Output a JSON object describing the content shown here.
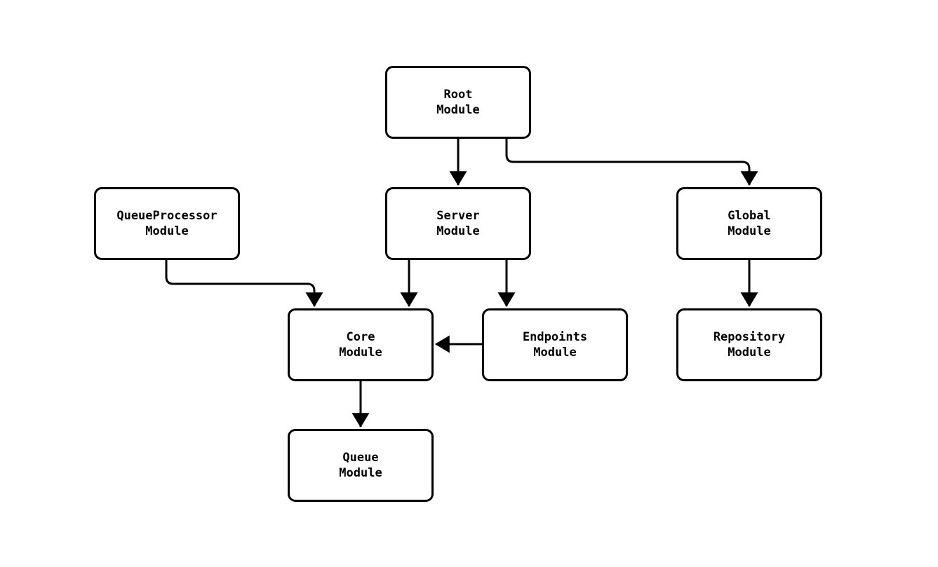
{
  "diagram": {
    "type": "module-dependency-graph",
    "background_color": "#ffffff",
    "line_color": "#000000",
    "nodes": {
      "root": {
        "label": "Root\nModule"
      },
      "queueprocessor": {
        "label": "QueueProcessor\nModule"
      },
      "server": {
        "label": "Server\nModule"
      },
      "global": {
        "label": "Global\nModule"
      },
      "core": {
        "label": "Core\nModule"
      },
      "endpoints": {
        "label": "Endpoints\nModule"
      },
      "repository": {
        "label": "Repository\nModule"
      },
      "queue": {
        "label": "Queue\nModule"
      }
    },
    "edges": [
      {
        "from": "Root Module",
        "to": "Server Module"
      },
      {
        "from": "Root Module",
        "to": "Global Module"
      },
      {
        "from": "QueueProcessor Module",
        "to": "Core Module"
      },
      {
        "from": "Server Module",
        "to": "Core Module"
      },
      {
        "from": "Server Module",
        "to": "Endpoints Module"
      },
      {
        "from": "Endpoints Module",
        "to": "Core Module"
      },
      {
        "from": "Global Module",
        "to": "Repository Module"
      },
      {
        "from": "Core Module",
        "to": "Queue Module"
      }
    ]
  }
}
